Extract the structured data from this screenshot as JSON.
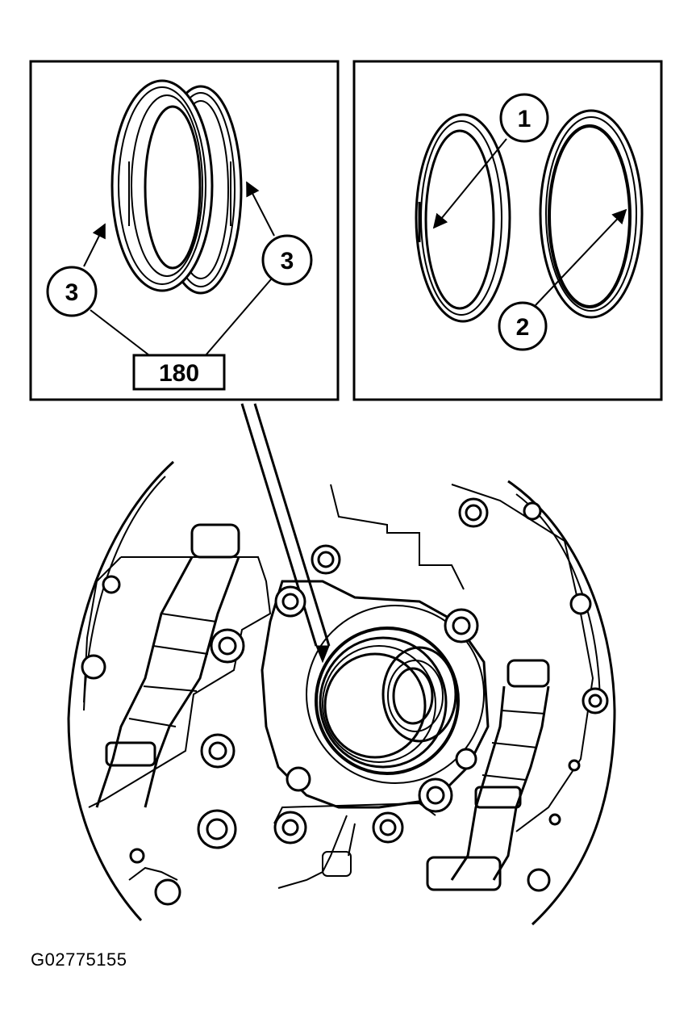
{
  "figure_id": "G02775155",
  "callouts": {
    "left_3a": "3",
    "left_3b": "3",
    "part_number": "180",
    "right_1": "1",
    "right_2": "2"
  }
}
